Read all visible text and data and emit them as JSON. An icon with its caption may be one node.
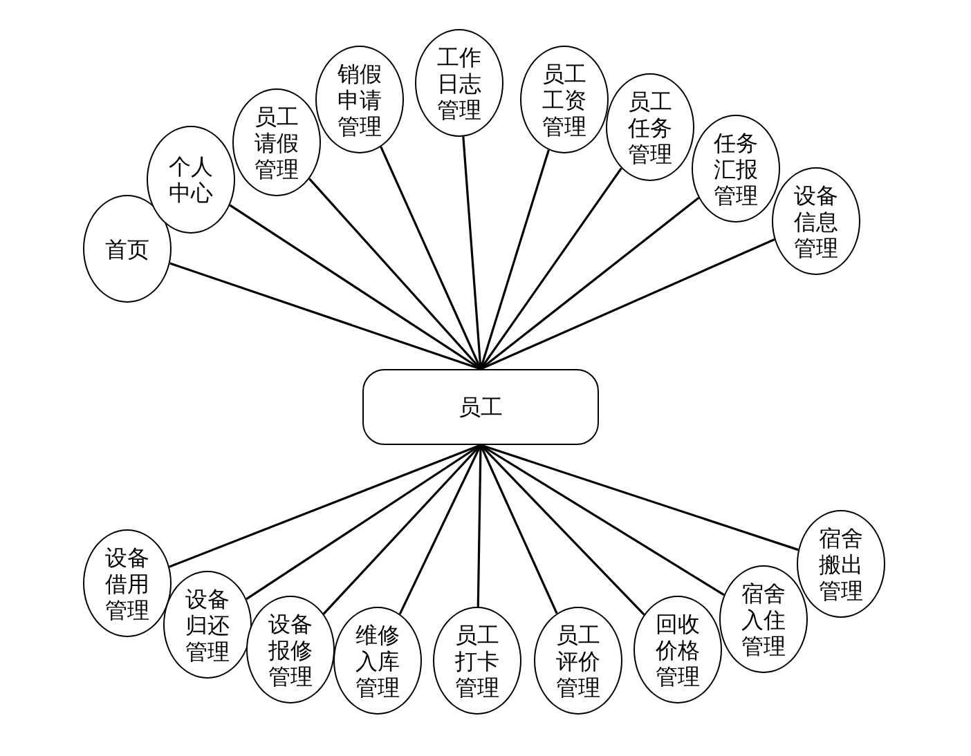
{
  "diagram": {
    "nodes": [
      {
        "text": [
          "员工"
        ]
      },
      {
        "text": [
          "首页"
        ]
      },
      {
        "text": [
          "个人中心"
        ]
      },
      {
        "text": [
          "员工请假管理"
        ]
      },
      {
        "text": [
          "销假申请管理"
        ]
      },
      {
        "text": [
          "工作日志管理"
        ]
      },
      {
        "text": [
          "员工工资管理"
        ]
      },
      {
        "text": [
          "员工任务管理"
        ]
      },
      {
        "text": [
          "任务汇报管理"
        ]
      },
      {
        "text": [
          "设备信息管理"
        ]
      },
      {
        "text": [
          "设备借用管理"
        ]
      },
      {
        "text": [
          "设备归还管理"
        ]
      },
      {
        "text": [
          "设备报修管理"
        ]
      },
      {
        "text": [
          "维修入库管理"
        ]
      },
      {
        "text": [
          "员工打卡管理"
        ]
      },
      {
        "text": [
          "员工评价管理"
        ]
      },
      {
        "text": [
          "回收价格管理"
        ]
      },
      {
        "text": [
          "宿舍入住管理"
        ]
      },
      {
        "text": [
          "宿舍搬出管理"
        ]
      }
    ],
    "edges": [
      {
        "from": 0,
        "to": 1,
        "arrow": "none"
      },
      {
        "from": 0,
        "to": 2,
        "arrow": "none"
      },
      {
        "from": 0,
        "to": 3,
        "arrow": "none"
      },
      {
        "from": 0,
        "to": 4,
        "arrow": "none"
      },
      {
        "from": 0,
        "to": 5,
        "arrow": "none"
      },
      {
        "from": 0,
        "to": 6,
        "arrow": "none"
      },
      {
        "from": 0,
        "to": 7,
        "arrow": "none"
      },
      {
        "from": 0,
        "to": 8,
        "arrow": "none"
      },
      {
        "from": 0,
        "to": 9,
        "arrow": "none"
      },
      {
        "from": 0,
        "to": 10,
        "arrow": "none"
      },
      {
        "from": 0,
        "to": 11,
        "arrow": "none"
      },
      {
        "from": 0,
        "to": 12,
        "arrow": "none"
      },
      {
        "from": 0,
        "to": 13,
        "arrow": "none"
      },
      {
        "from": 0,
        "to": 14,
        "arrow": "none"
      },
      {
        "from": 0,
        "to": 15,
        "arrow": "none"
      },
      {
        "from": 0,
        "to": 16,
        "arrow": "none"
      },
      {
        "from": 0,
        "to": 17,
        "arrow": "none"
      },
      {
        "from": 0,
        "to": 18,
        "arrow": "none"
      }
    ]
  }
}
